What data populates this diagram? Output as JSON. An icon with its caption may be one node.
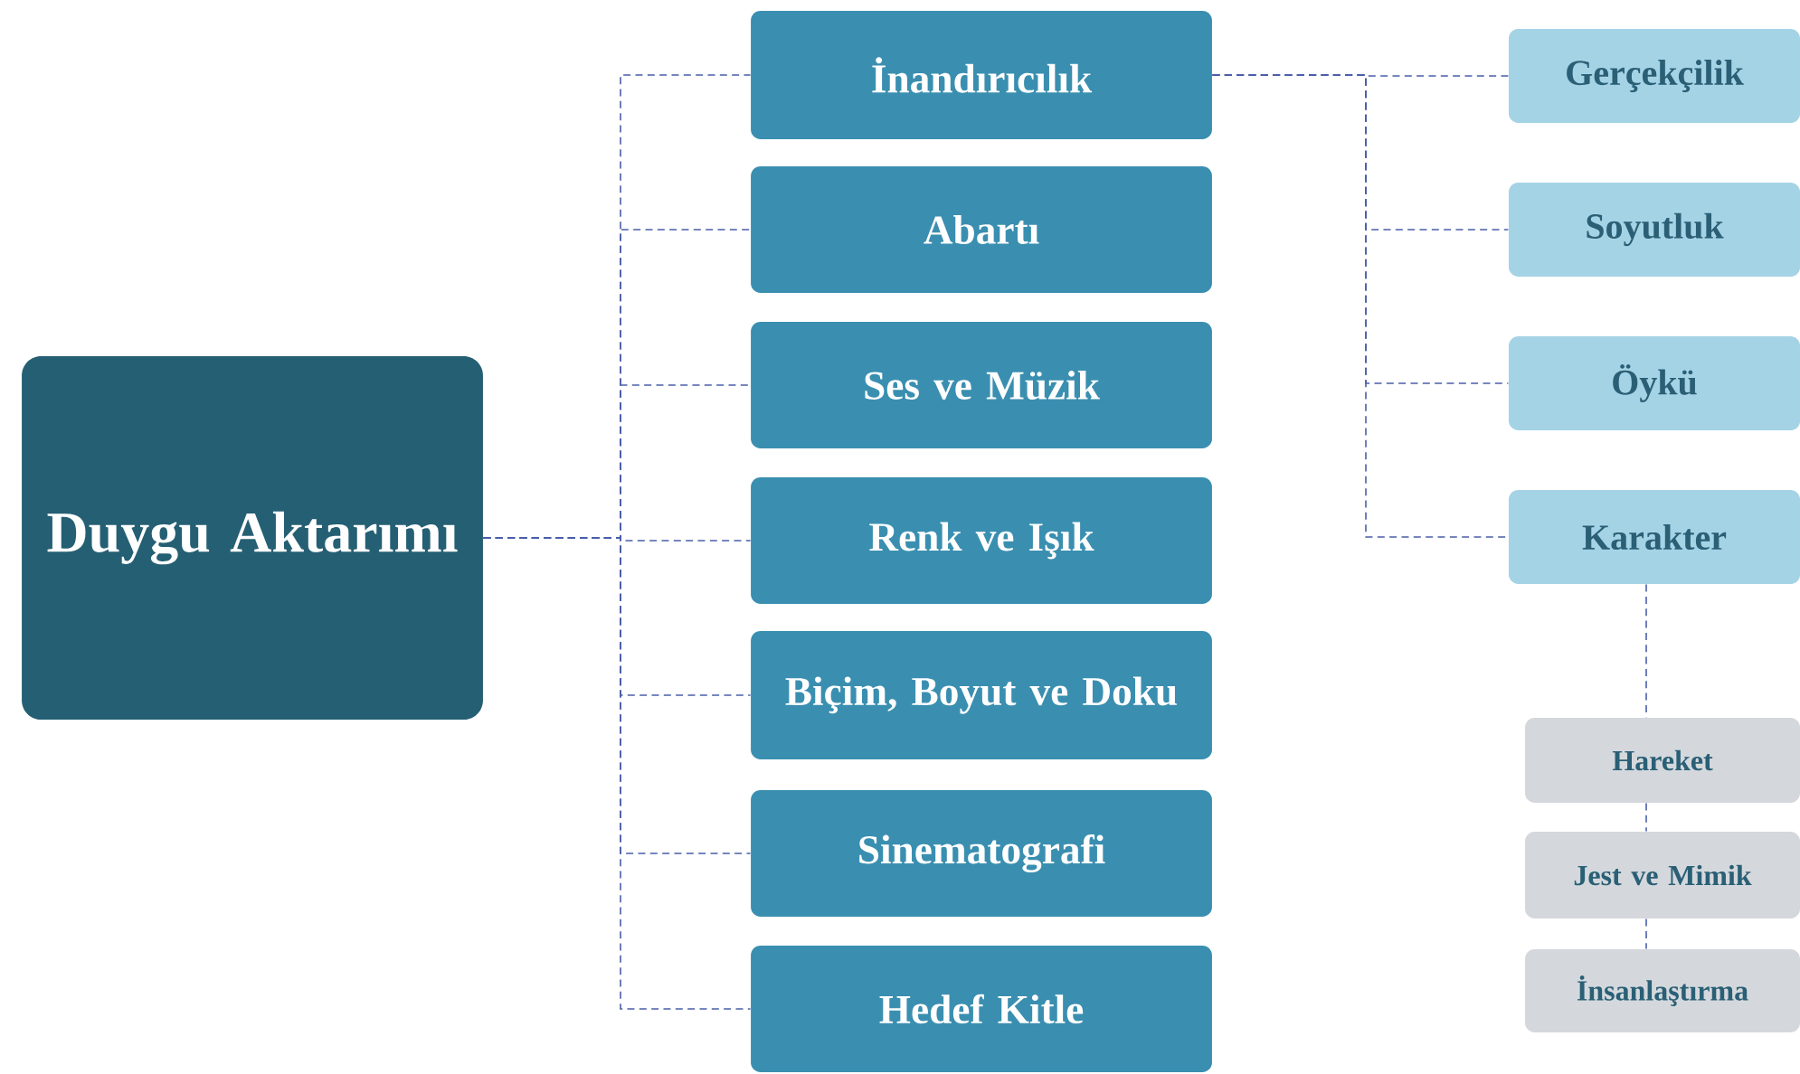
{
  "diagram": {
    "nodes": [
      {
        "text": [
          "Duygu Aktarımı"
        ]
      },
      {
        "text": [
          "İnandırıcılık"
        ]
      },
      {
        "text": [
          "Abartı"
        ]
      },
      {
        "text": [
          "Ses ve Müzik"
        ]
      },
      {
        "text": [
          "Renk ve Işık"
        ]
      },
      {
        "text": [
          "Biçim, Boyut ve Doku"
        ]
      },
      {
        "text": [
          "Sinematografi"
        ]
      },
      {
        "text": [
          "Hedef Kitle"
        ]
      },
      {
        "text": [
          "Gerçekçilik"
        ]
      },
      {
        "text": [
          "Soyutluk"
        ]
      },
      {
        "text": [
          "Öykü"
        ]
      },
      {
        "text": [
          "Karakter"
        ]
      },
      {
        "text": [
          "Hareket"
        ]
      },
      {
        "text": [
          "Jest ve Mimik"
        ]
      },
      {
        "text": [
          "İnsanlaştırma"
        ]
      }
    ],
    "edges": [
      {
        "from": 0,
        "to": 1,
        "arrow": "none",
        "style": "dashed"
      },
      {
        "from": 0,
        "to": 2,
        "arrow": "none",
        "style": "dashed"
      },
      {
        "from": 0,
        "to": 3,
        "arrow": "none",
        "style": "dashed"
      },
      {
        "from": 0,
        "to": 4,
        "arrow": "none",
        "style": "dashed"
      },
      {
        "from": 0,
        "to": 5,
        "arrow": "none",
        "style": "dashed"
      },
      {
        "from": 0,
        "to": 6,
        "arrow": "none",
        "style": "dashed"
      },
      {
        "from": 0,
        "to": 7,
        "arrow": "none",
        "style": "dashed"
      },
      {
        "from": 1,
        "to": 8,
        "arrow": "none",
        "style": "dashed"
      },
      {
        "from": 1,
        "to": 9,
        "arrow": "none",
        "style": "dashed"
      },
      {
        "from": 1,
        "to": 10,
        "arrow": "none",
        "style": "dashed"
      },
      {
        "from": 1,
        "to": 11,
        "arrow": "none",
        "style": "dashed"
      },
      {
        "from": 11,
        "to": 12,
        "arrow": "none",
        "style": "dashed"
      },
      {
        "from": 12,
        "to": 13,
        "arrow": "none",
        "style": "dashed"
      },
      {
        "from": 13,
        "to": 14,
        "arrow": "none",
        "style": "dashed"
      }
    ]
  }
}
